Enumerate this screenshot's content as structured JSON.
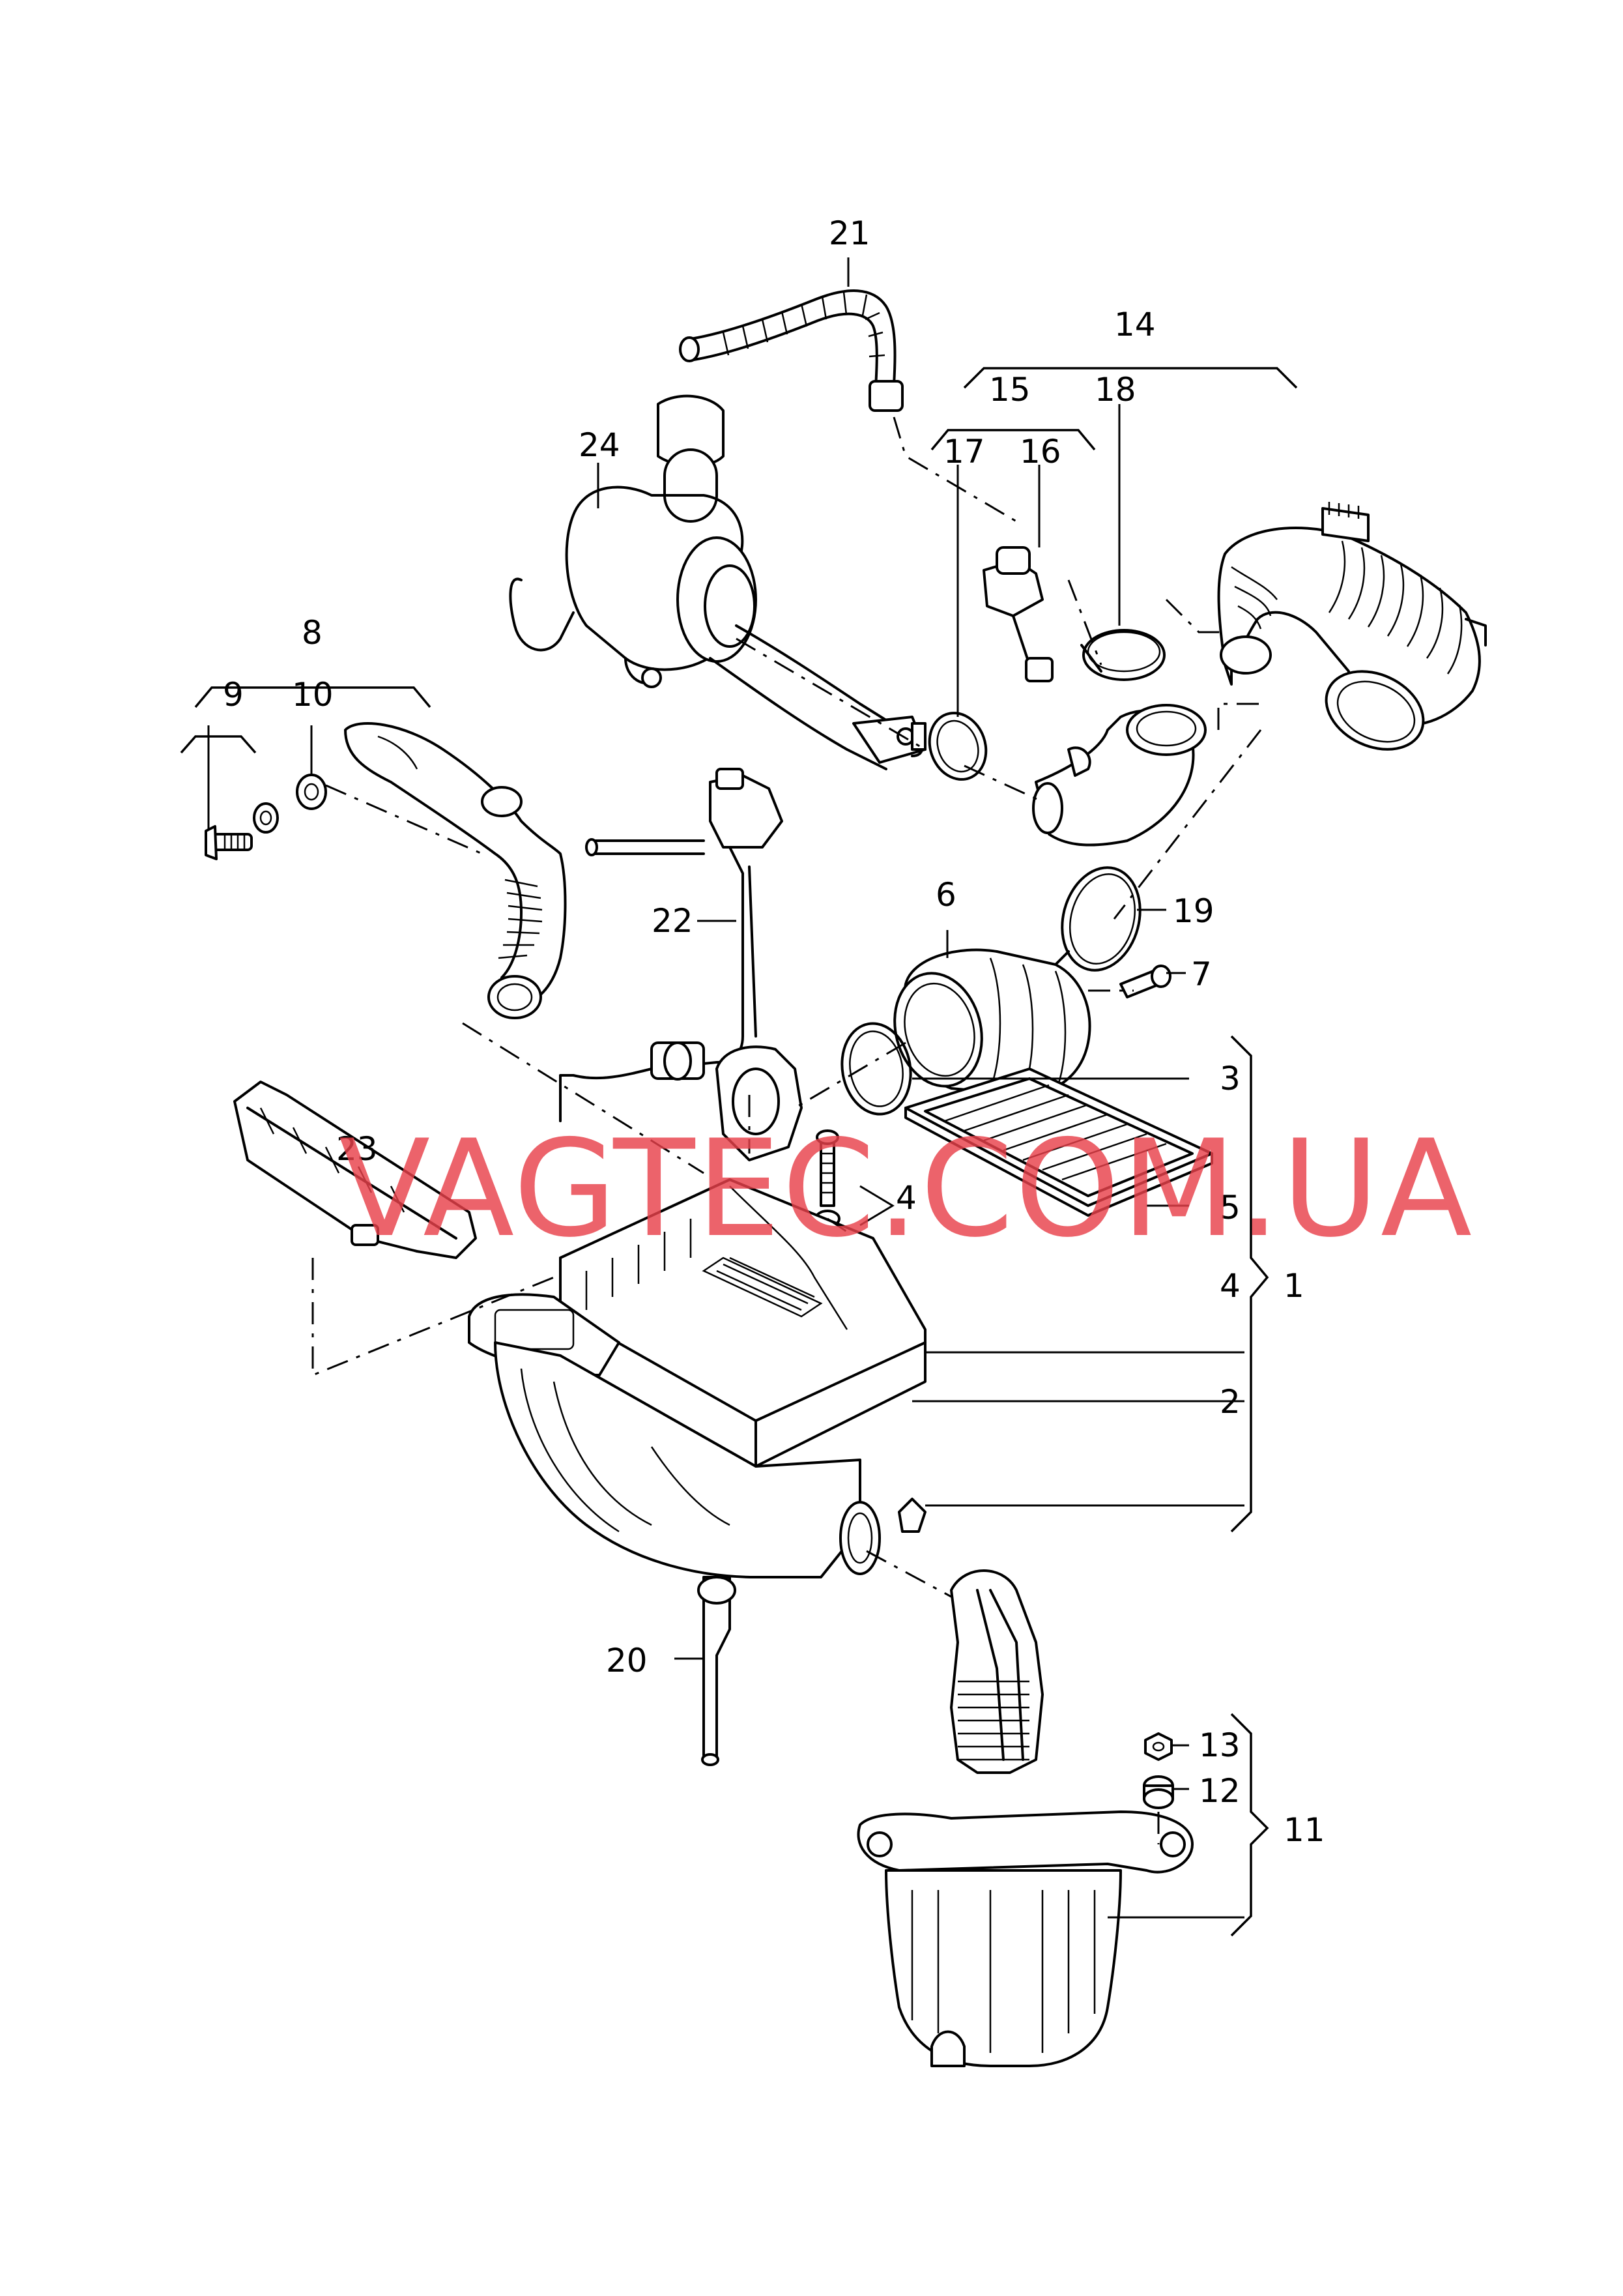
{
  "watermark": "VAGTEC.COM.UA",
  "callouts": {
    "c1": "1",
    "c2": "2",
    "c3": "3",
    "c4a": "4",
    "c4b": "4",
    "c5": "5",
    "c6": "6",
    "c7": "7",
    "c8": "8",
    "c9": "9",
    "c10": "10",
    "c11": "11",
    "c12": "12",
    "c13": "13",
    "c14": "14",
    "c15": "15",
    "c16": "16",
    "c17": "17",
    "c18": "18",
    "c19": "19",
    "c20": "20",
    "c21": "21",
    "c22": "22",
    "c23": "23",
    "c24": "24"
  },
  "colors": {
    "line": "#000000",
    "watermark": "#e8414a",
    "background": "#ffffff"
  }
}
